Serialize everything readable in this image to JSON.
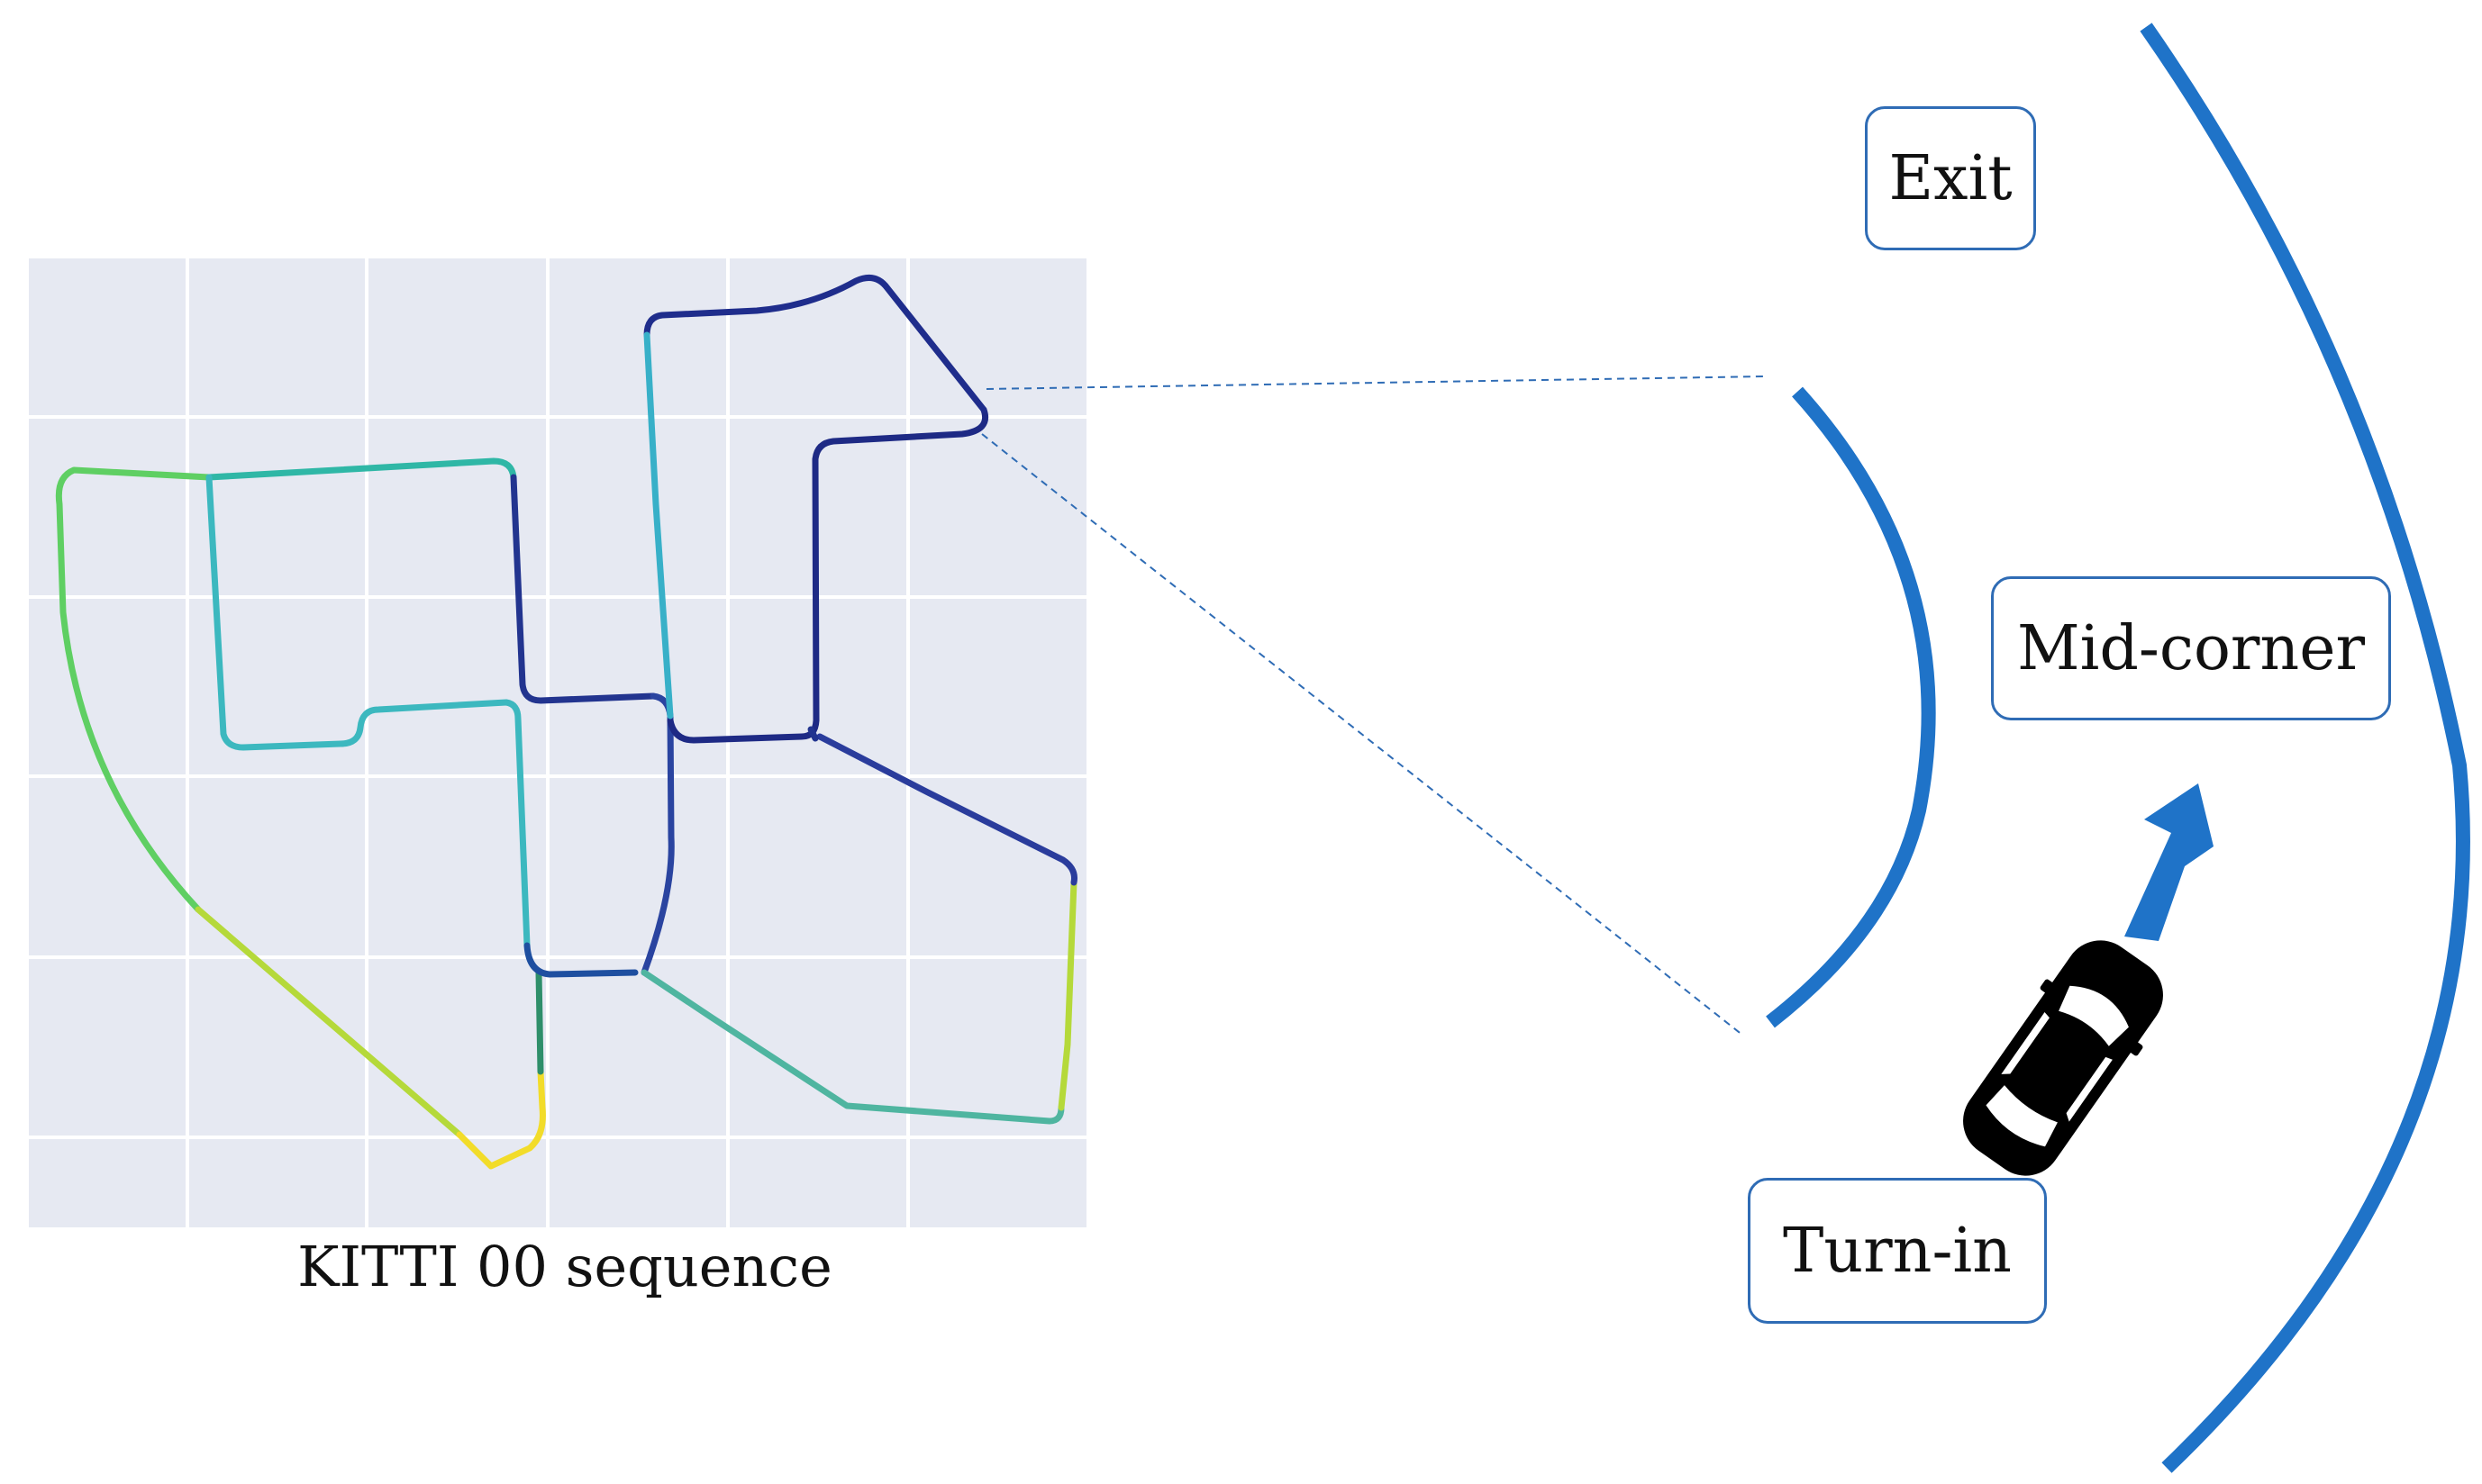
{
  "caption": "KITTI 00 sequence",
  "phases": {
    "exit": "Exit",
    "mid_corner": "Mid-corner",
    "turn_in": "Turn-in"
  },
  "colors": {
    "map_background": "#e6e9f2",
    "grid_line": "#ffffff",
    "road_edge": "#1f73c8",
    "box_border": "#2f6cb5",
    "arrow": "#1f73c8",
    "car": "#000000",
    "trajectory_gradient": [
      "#ffe01a",
      "#8fd43a",
      "#2ec4a4",
      "#2a8fcf",
      "#2a3c9c",
      "#1a1f6e"
    ]
  },
  "icons": [
    "car-icon",
    "direction-arrow-icon"
  ]
}
